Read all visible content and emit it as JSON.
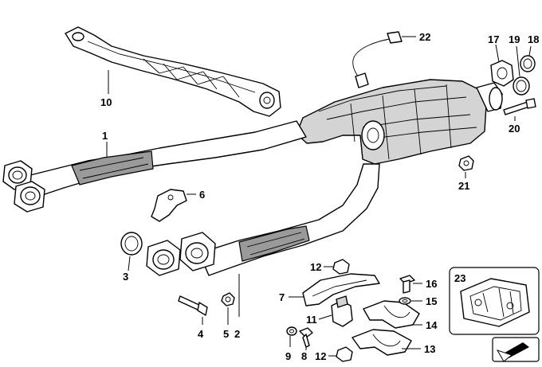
{
  "callouts": {
    "p1": "1",
    "p2": "2",
    "p3": "3",
    "p4": "4",
    "p5": "5",
    "p6": "6",
    "p7": "7",
    "p8": "8",
    "p9": "9",
    "p10": "10",
    "p11": "11",
    "p12a": "12",
    "p12b": "12",
    "p13": "13",
    "p14": "14",
    "p15": "15",
    "p16": "16",
    "p17": "17",
    "p18": "18",
    "p19": "19",
    "p20": "20",
    "p21": "21",
    "p22": "22",
    "p23": "23"
  }
}
